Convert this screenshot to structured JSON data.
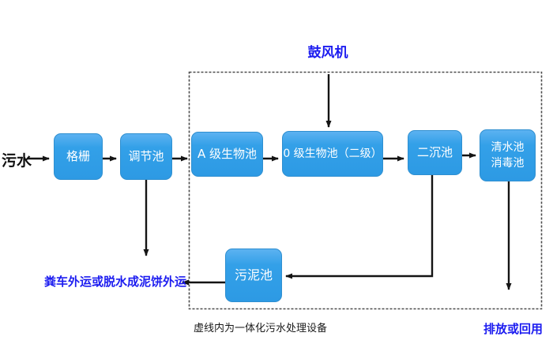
{
  "flow": {
    "influent": "污水",
    "blower": "鼓风机",
    "grid": "格栅",
    "regulating": "调节池",
    "a_bio": "A 级生物池",
    "o_bio": "0 级生物池（二级）",
    "secondary_sed": "二沉池",
    "clear_line1": "清水池",
    "clear_line2": "消毒池",
    "sludge": "污泥池",
    "sludge_out": "粪车外运或脱水成泥饼外运",
    "discharge": "排放或回用",
    "caption": "虚线内为一体化污水处理设备"
  },
  "colors": {
    "box_fill": "#2d9ae4",
    "box_fill_highlight": "#5cb2f1",
    "box_border": "#2f8fd0",
    "box_text": "#ffffff",
    "blue_label": "#1c1cf0",
    "arrow": "#141414",
    "dashed_border": "#4b4b4b"
  },
  "connections": [
    {
      "from": "污水",
      "to": "格栅"
    },
    {
      "from": "格栅",
      "to": "调节池"
    },
    {
      "from": "调节池",
      "to": "A 级生物池"
    },
    {
      "from": "A 级生物池",
      "to": "0 级生物池（二级）"
    },
    {
      "from": "0 级生物池（二级）",
      "to": "二沉池"
    },
    {
      "from": "二沉池",
      "to": "清水池 消毒池"
    },
    {
      "from": "鼓风机",
      "to": "0 级生物池（二级）"
    },
    {
      "from": "调节池",
      "to": "粪车外运或脱水成泥饼外运"
    },
    {
      "from": "二沉池",
      "to": "污泥池"
    },
    {
      "from": "污泥池",
      "to": "粪车外运或脱水成泥饼外运"
    },
    {
      "from": "清水池 消毒池",
      "to": "排放或回用"
    }
  ]
}
